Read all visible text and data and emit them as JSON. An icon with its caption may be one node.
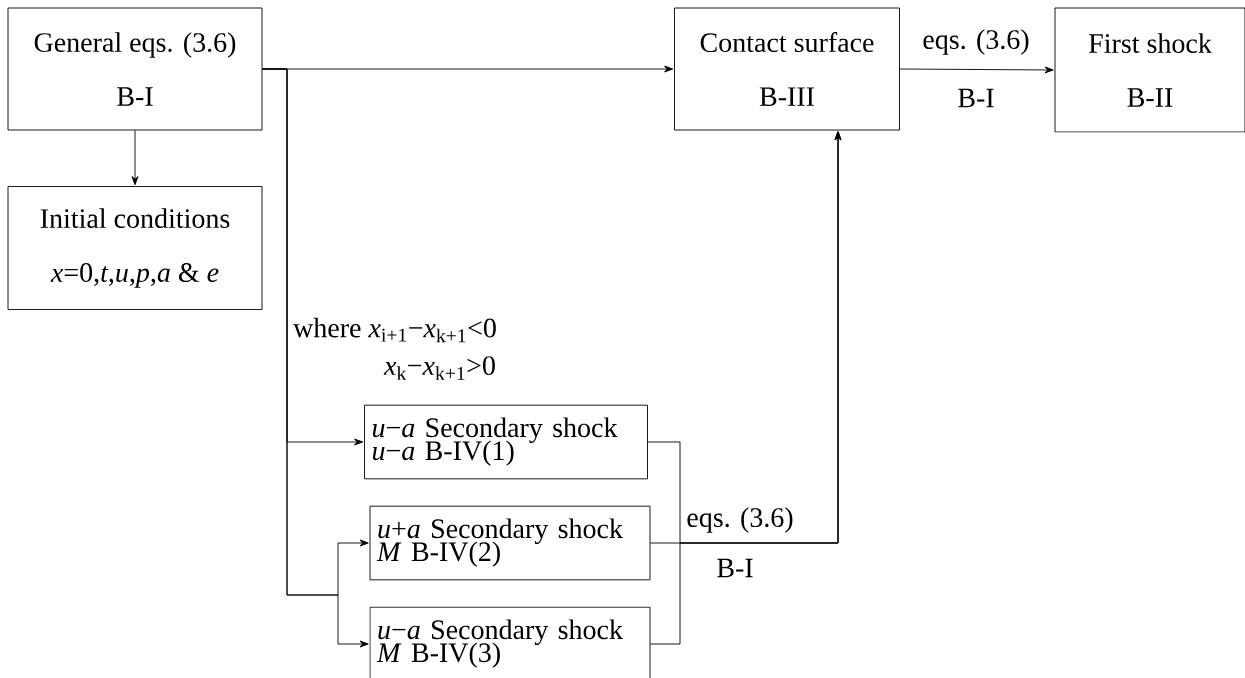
{
  "diagram": {
    "nodes": [
      {
        "text": [
          "General eqs. (3.6)",
          "B-I"
        ]
      },
      {
        "text": [
          "Initial conditions",
          "*x*=0,*t*,*u*,*p*,*a* & *e*"
        ]
      },
      {
        "text": [
          "Contact surface",
          "B-III"
        ]
      },
      {
        "text": [
          "First shock",
          "B-II"
        ]
      },
      {
        "text": [
          "*u*−*a* Secondary shock",
          "*u*−*a*  B-IV(1)"
        ]
      },
      {
        "text": [
          "*u*+*a* Secondary shock",
          "*M*  B-IV(2)"
        ]
      },
      {
        "text": [
          "*u*−*a* Secondary shock",
          "*M*  B-IV(3)"
        ]
      }
    ],
    "edges": [
      {
        "from": 0,
        "to": 2,
        "arrow": "to"
      },
      {
        "from": 0,
        "to": 1,
        "arrow": "to"
      },
      {
        "from": 2,
        "to": 3,
        "arrow": "to",
        "label": "eqs. (3.6)"
      },
      {
        "from": 0,
        "to": 4,
        "arrow": "to"
      },
      {
        "from": 0,
        "to": 5,
        "arrow": "to"
      },
      {
        "from": 0,
        "to": 6,
        "arrow": "to"
      },
      {
        "from": 4,
        "to": 2,
        "arrow": "to"
      },
      {
        "from": 5,
        "to": 2,
        "arrow": "to",
        "label": "eqs. (3.6)"
      },
      {
        "from": 6,
        "to": 2,
        "arrow": "to"
      }
    ],
    "labels": [
      "B-I",
      "where *x*$_{i+1}$−*x*$_{k+1}$<0",
      "*x*$_{k}$−*x*$_{k+1}$>0",
      "B-I"
    ]
  }
}
